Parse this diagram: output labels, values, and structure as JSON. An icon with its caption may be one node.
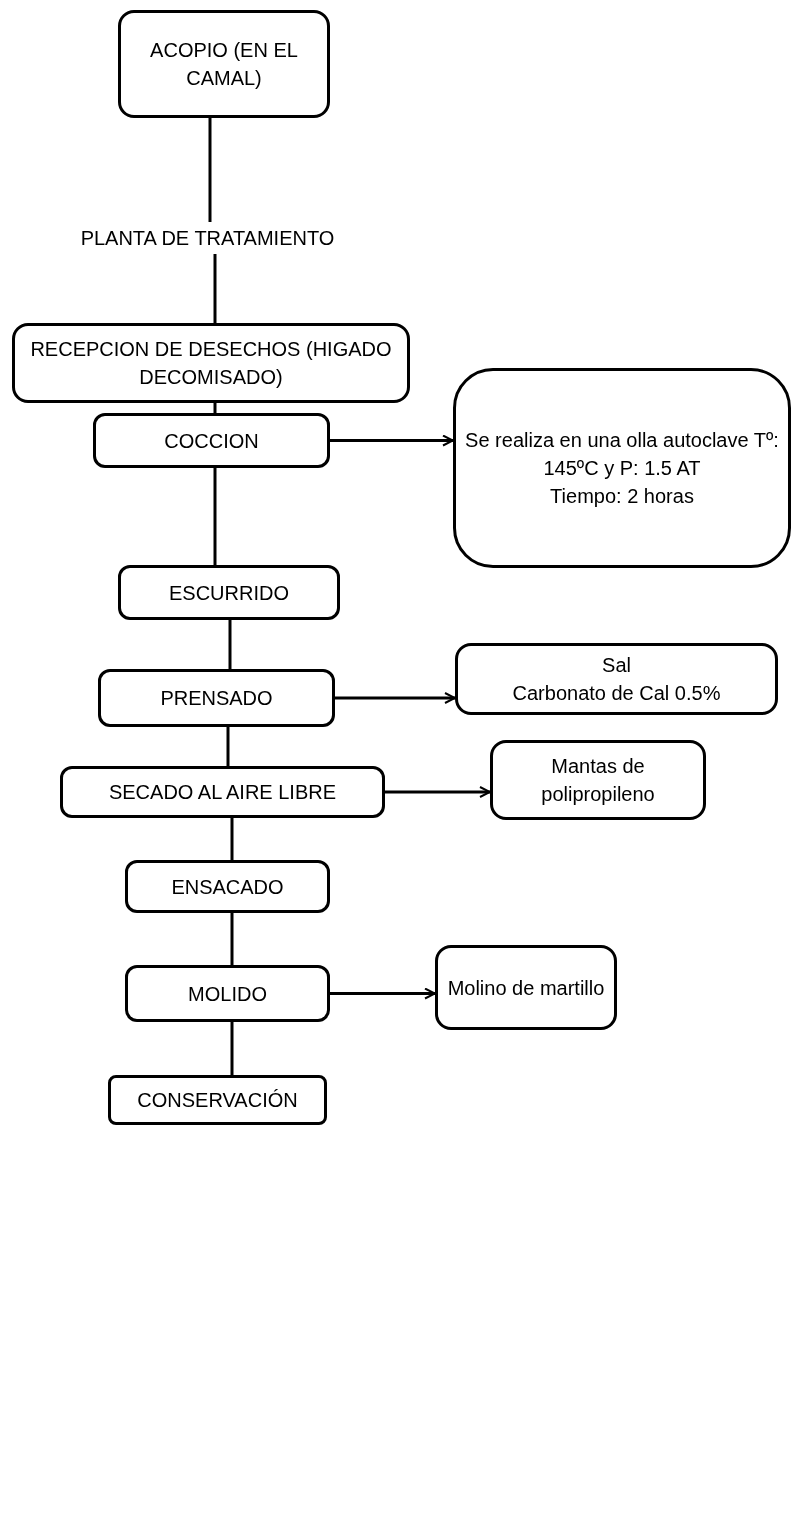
{
  "diagram": {
    "nodes": [
      {
        "text": [
          "ACOPIO (EN EL CAMAL)"
        ]
      },
      {
        "text": [
          "PLANTA DE TRATAMIENTO"
        ]
      },
      {
        "text": [
          "RECEPCION DE DESECHOS (HIGADO DECOMISADO)"
        ]
      },
      {
        "text": [
          "COCCION"
        ]
      },
      {
        "text": [
          "Se realiza en una olla autoclave Tº: 145ºC y P: 1.5 AT",
          "Tiempo: 2 horas"
        ]
      },
      {
        "text": [
          "ESCURRIDO"
        ]
      },
      {
        "text": [
          "PRENSADO"
        ]
      },
      {
        "text": [
          "Sal",
          "Carbonato de Cal 0.5%"
        ]
      },
      {
        "text": [
          "SECADO AL AIRE LIBRE"
        ]
      },
      {
        "text": [
          "Mantas de polipropileno"
        ]
      },
      {
        "text": [
          "ENSACADO"
        ]
      },
      {
        "text": [
          "MOLIDO"
        ]
      },
      {
        "text": [
          "Molino de martillo"
        ]
      },
      {
        "text": [
          "CONSERVACIÓN"
        ]
      }
    ],
    "edges": [
      {
        "from": 0,
        "to": 1,
        "arrow": "none"
      },
      {
        "from": 1,
        "to": 2,
        "arrow": "none"
      },
      {
        "from": 2,
        "to": 3,
        "arrow": "none"
      },
      {
        "from": 3,
        "to": 4,
        "arrow": "to"
      },
      {
        "from": 3,
        "to": 5,
        "arrow": "none"
      },
      {
        "from": 5,
        "to": 6,
        "arrow": "none"
      },
      {
        "from": 6,
        "to": 7,
        "arrow": "to"
      },
      {
        "from": 6,
        "to": 8,
        "arrow": "none"
      },
      {
        "from": 8,
        "to": 9,
        "arrow": "to"
      },
      {
        "from": 8,
        "to": 10,
        "arrow": "none"
      },
      {
        "from": 10,
        "to": 11,
        "arrow": "none"
      },
      {
        "from": 11,
        "to": 12,
        "arrow": "to"
      },
      {
        "from": 11,
        "to": 13,
        "arrow": "none"
      }
    ]
  }
}
